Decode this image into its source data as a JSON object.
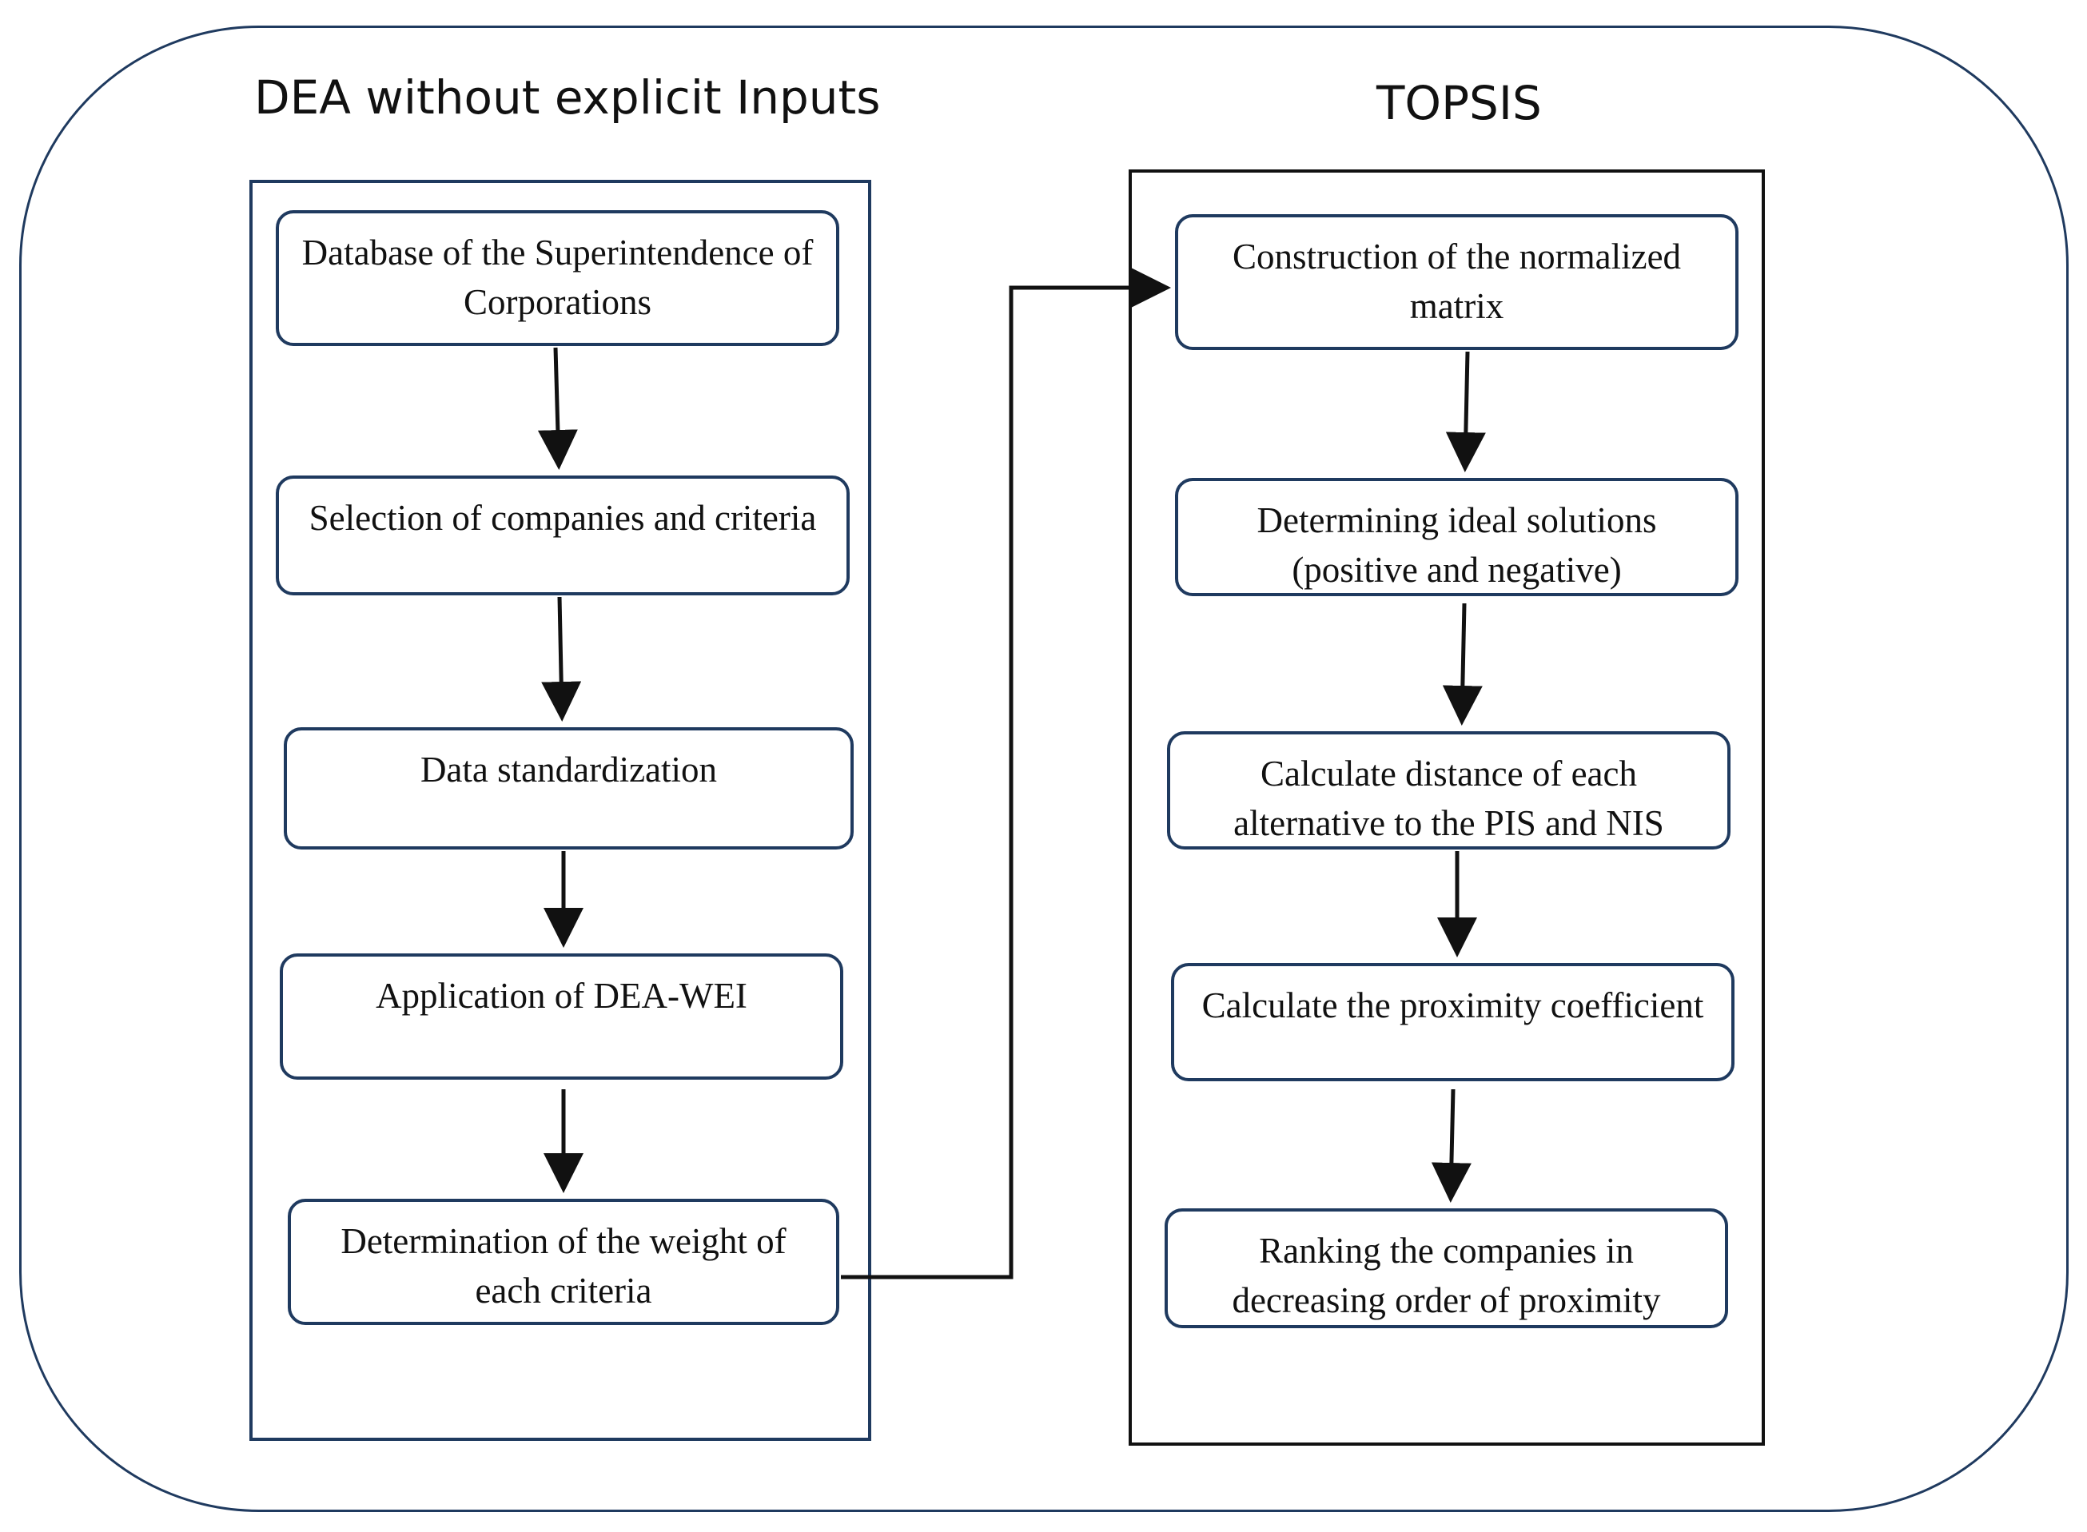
{
  "left_panel": {
    "title": "DEA without explicit Inputs",
    "steps": [
      "Database of the Superintendence of Corporations",
      "Selection of companies and criteria",
      "Data standardization",
      "Application of DEA-WEI",
      "Determination of the weight of each criteria"
    ]
  },
  "right_panel": {
    "title": "TOPSIS",
    "steps": [
      "Construction of the normalized matrix",
      "Determining ideal solutions (positive and negative)",
      "Calculate distance of each alternative to the PIS and NIS",
      "Calculate the proximity coefficient",
      "Ranking the companies in decreasing order of proximity"
    ]
  },
  "colors": {
    "frame_border": "#1f3a5f",
    "right_panel_border": "#111111",
    "arrow": "#111111"
  }
}
